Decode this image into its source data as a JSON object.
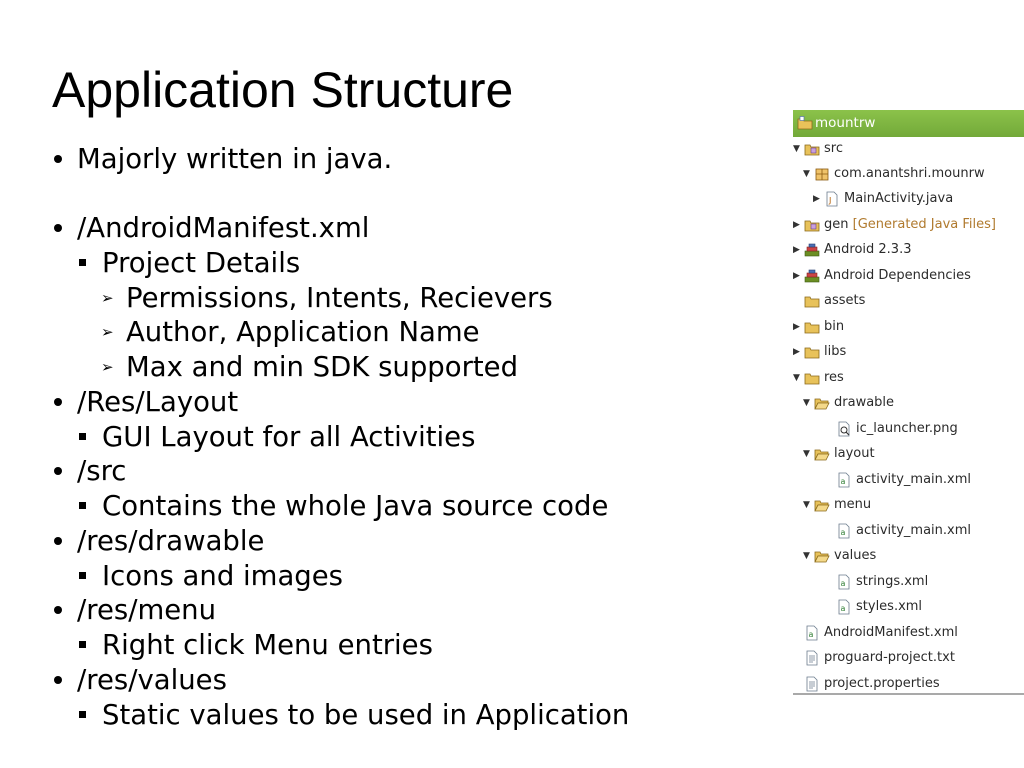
{
  "slide": {
    "title": "Application Structure",
    "bullets": [
      {
        "level": 1,
        "text": "Majorly written in java."
      },
      {
        "level": 1,
        "text": "/AndroidManifest.xml"
      },
      {
        "level": 2,
        "text": "Project Details"
      },
      {
        "level": 3,
        "text": "Permissions, Intents, Recievers"
      },
      {
        "level": 3,
        "text": "Author, Application Name"
      },
      {
        "level": 3,
        "text": "Max and min SDK supported"
      },
      {
        "level": 1,
        "text": "/Res/Layout"
      },
      {
        "level": 2,
        "text": "GUI Layout for all Activities"
      },
      {
        "level": 1,
        "text": "/src"
      },
      {
        "level": 2,
        "text": "Contains the whole Java source code"
      },
      {
        "level": 1,
        "text": "/res/drawable"
      },
      {
        "level": 2,
        "text": "Icons and images"
      },
      {
        "level": 1,
        "text": "/res/menu"
      },
      {
        "level": 2,
        "text": "Right click Menu entries"
      },
      {
        "level": 1,
        "text": "/res/values"
      },
      {
        "level": 2,
        "text": "Static values to be used in Application"
      }
    ]
  },
  "project_tree": {
    "root": {
      "label": "mountrw",
      "icon": "project-icon"
    },
    "header_color": "#7cb342",
    "items": [
      {
        "depth": 0,
        "expanded": true,
        "label": "src",
        "icon": "source-folder-icon"
      },
      {
        "depth": 1,
        "expanded": true,
        "label": "com.anantshri.mounrw",
        "icon": "package-icon"
      },
      {
        "depth": 2,
        "expanded": false,
        "label": "MainActivity.java",
        "icon": "java-file-icon"
      },
      {
        "depth": 0,
        "expanded": false,
        "label": "gen",
        "extra": "[Generated Java Files]",
        "icon": "source-folder-icon"
      },
      {
        "depth": 0,
        "expanded": false,
        "label": "Android 2.3.3",
        "icon": "library-icon"
      },
      {
        "depth": 0,
        "expanded": false,
        "label": "Android Dependencies",
        "icon": "library-icon"
      },
      {
        "depth": 0,
        "expanded": null,
        "label": "assets",
        "icon": "folder-icon"
      },
      {
        "depth": 0,
        "expanded": false,
        "label": "bin",
        "icon": "folder-icon"
      },
      {
        "depth": 0,
        "expanded": false,
        "label": "libs",
        "icon": "folder-icon"
      },
      {
        "depth": 0,
        "expanded": true,
        "label": "res",
        "icon": "folder-icon"
      },
      {
        "depth": 1,
        "expanded": true,
        "label": "drawable",
        "icon": "open-folder-icon"
      },
      {
        "depth": 3,
        "expanded": null,
        "label": "ic_launcher.png",
        "icon": "image-file-icon"
      },
      {
        "depth": 1,
        "expanded": true,
        "label": "layout",
        "icon": "open-folder-icon"
      },
      {
        "depth": 3,
        "expanded": null,
        "label": "activity_main.xml",
        "icon": "xml-file-icon"
      },
      {
        "depth": 1,
        "expanded": true,
        "label": "menu",
        "icon": "open-folder-icon"
      },
      {
        "depth": 3,
        "expanded": null,
        "label": "activity_main.xml",
        "icon": "xml-file-icon"
      },
      {
        "depth": 1,
        "expanded": true,
        "label": "values",
        "icon": "open-folder-icon"
      },
      {
        "depth": 3,
        "expanded": null,
        "label": "strings.xml",
        "icon": "xml-file-icon"
      },
      {
        "depth": 3,
        "expanded": null,
        "label": "styles.xml",
        "icon": "xml-file-icon"
      },
      {
        "depth": 1,
        "expanded": null,
        "label": "AndroidManifest.xml",
        "icon": "xml-file-icon"
      },
      {
        "depth": 1,
        "expanded": null,
        "label": "proguard-project.txt",
        "icon": "text-file-icon"
      },
      {
        "depth": 1,
        "expanded": null,
        "label": "project.properties",
        "icon": "text-file-icon"
      }
    ]
  }
}
